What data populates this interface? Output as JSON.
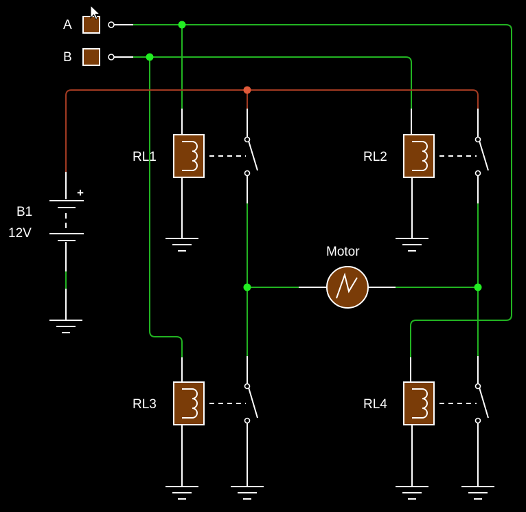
{
  "inputs": [
    {
      "label": "A",
      "state": "off"
    },
    {
      "label": "B",
      "state": "off"
    }
  ],
  "battery": {
    "name": "B1",
    "voltage": "12V",
    "plus": "+"
  },
  "relays": [
    {
      "label": "RL1"
    },
    {
      "label": "RL2"
    },
    {
      "label": "RL3"
    },
    {
      "label": "RL4"
    }
  ],
  "motor": {
    "label": "Motor"
  },
  "colors": {
    "background": "#000000",
    "wire_neutral": "#ffffff",
    "wire_active": "#22b422",
    "wire_supply": "#a23a22",
    "node_active": "#22ee22",
    "node_supply": "#e05a3a",
    "component_fill": "#7a3c08"
  }
}
